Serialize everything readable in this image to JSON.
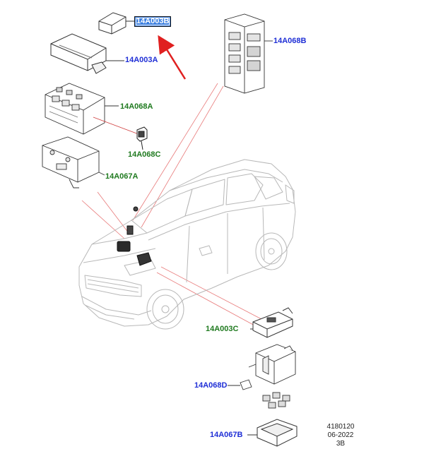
{
  "callouts": {
    "c_14A003B": "14A003B",
    "c_14A003A": "14A003A",
    "c_14A068A": "14A068A",
    "c_14A068C": "14A068C",
    "c_14A067A": "14A067A",
    "c_14A068B": "14A068B",
    "c_14A003C": "14A003C",
    "c_14A068D": "14A068D",
    "c_14A067B": "14A067B"
  },
  "reference": {
    "number": "4180120",
    "date": "06-2022",
    "revision": "3B"
  },
  "colors": {
    "blue_callout": "#1f2fd6",
    "green_callout": "#1f7a1f",
    "leader_red": "#e05a5a",
    "arrow_red": "#e02020",
    "selection_fill": "#3b7fe0"
  }
}
